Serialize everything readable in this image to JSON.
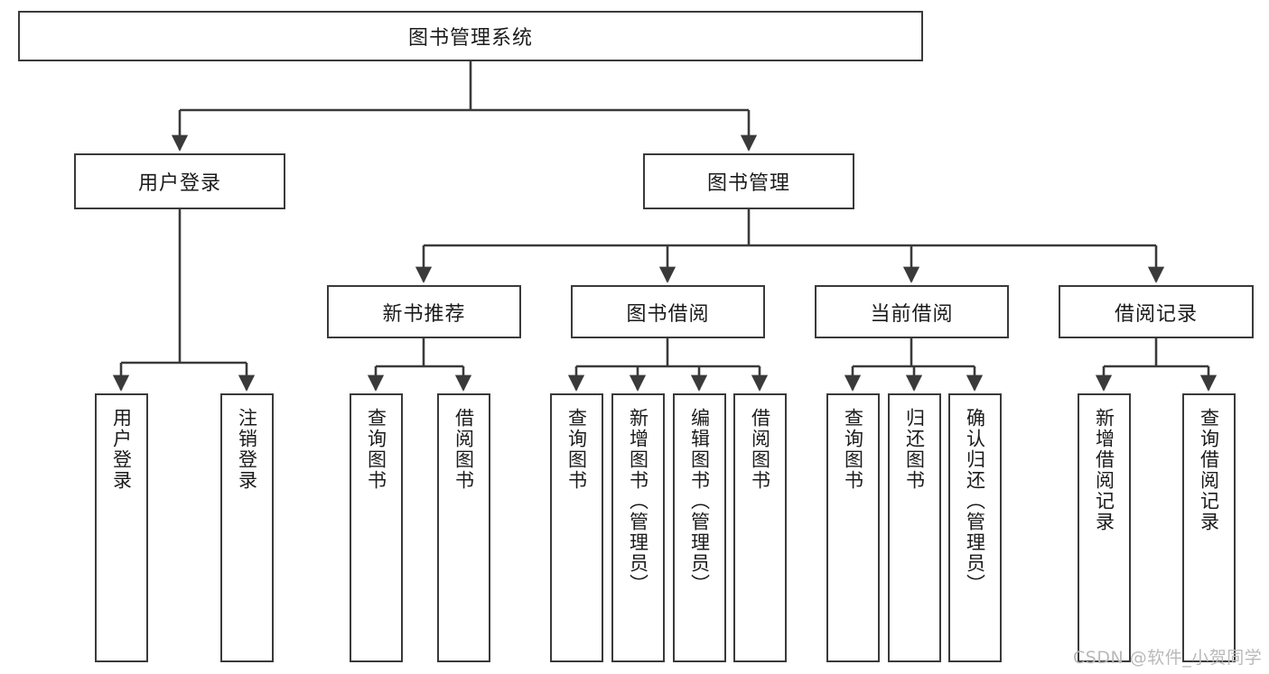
{
  "diagram": {
    "title": "图书管理系统",
    "type": "tree-hierarchy-chart",
    "root": {
      "id": "root",
      "label": "图书管理系统"
    },
    "level2": [
      {
        "id": "user-login",
        "label": "用户登录"
      },
      {
        "id": "book-manage",
        "label": "图书管理"
      }
    ],
    "level3": [
      {
        "id": "new-book-rec",
        "label": "新书推荐",
        "parent": "book-manage"
      },
      {
        "id": "book-borrow",
        "label": "图书借阅",
        "parent": "book-manage"
      },
      {
        "id": "current-borrow",
        "label": "当前借阅",
        "parent": "book-manage"
      },
      {
        "id": "borrow-record",
        "label": "借阅记录",
        "parent": "book-manage"
      }
    ],
    "leaves": [
      {
        "id": "leaf-user-login",
        "label": "用户登录",
        "parent": "user-login"
      },
      {
        "id": "leaf-logout",
        "label": "注销登录",
        "parent": "user-login"
      },
      {
        "id": "leaf-query-book-1",
        "label": "查询图书",
        "parent": "new-book-rec"
      },
      {
        "id": "leaf-borrow-book-1",
        "label": "借阅图书",
        "parent": "new-book-rec"
      },
      {
        "id": "leaf-query-book-2",
        "label": "查询图书",
        "parent": "book-borrow"
      },
      {
        "id": "leaf-add-book",
        "label": "新增图书（管理员）",
        "parent": "book-borrow"
      },
      {
        "id": "leaf-edit-book",
        "label": "编辑图书（管理员）",
        "parent": "book-borrow"
      },
      {
        "id": "leaf-borrow-book-2",
        "label": "借阅图书",
        "parent": "book-borrow"
      },
      {
        "id": "leaf-query-book-3",
        "label": "查询图书",
        "parent": "current-borrow"
      },
      {
        "id": "leaf-return-book",
        "label": "归还图书",
        "parent": "current-borrow"
      },
      {
        "id": "leaf-confirm-return",
        "label": "确认归还（管理员）",
        "parent": "current-borrow"
      },
      {
        "id": "leaf-add-record",
        "label": "新增借阅记录",
        "parent": "borrow-record"
      },
      {
        "id": "leaf-query-record",
        "label": "查询借阅记录",
        "parent": "borrow-record"
      }
    ]
  },
  "watermark": {
    "text": "CSDN @软件_小贺同学"
  },
  "colors": {
    "stroke": "#3a3a3a",
    "background": "#ffffff",
    "text": "#1b1b1b",
    "watermark": "#b9b9b9"
  }
}
